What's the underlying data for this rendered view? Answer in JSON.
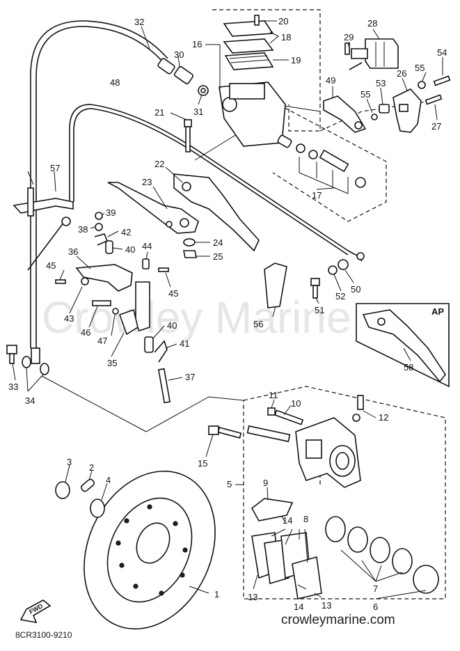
{
  "watermark": "Crowley Marine",
  "site": "crowleymarine.com",
  "diagram_code": "8CR3100-9210",
  "ap_label": "AP",
  "fwd_label": "FWD",
  "callouts": {
    "c1": "1",
    "c2": "2",
    "c3": "3",
    "c4": "4",
    "c5": "5",
    "c6": "6",
    "c7": "7",
    "c8": "8",
    "c9": "9",
    "c10": "10",
    "c11": "11",
    "c12": "12",
    "c13a": "13",
    "c13b": "13",
    "c14a": "14",
    "c14b": "14",
    "c15": "15",
    "c16": "16",
    "c17": "17",
    "c18": "18",
    "c19": "19",
    "c20": "20",
    "c21": "21",
    "c22": "22",
    "c23": "23",
    "c24": "24",
    "c25": "25",
    "c26": "26",
    "c27": "27",
    "c28": "28",
    "c29": "29",
    "c30": "30",
    "c31": "31",
    "c32": "32",
    "c33": "33",
    "c34": "34",
    "c35": "35",
    "c36": "36",
    "c37": "37",
    "c38": "38",
    "c39": "39",
    "c40a": "40",
    "c40b": "40",
    "c41": "41",
    "c42": "42",
    "c43": "43",
    "c44": "44",
    "c45a": "45",
    "c45b": "45",
    "c46": "46",
    "c47": "47",
    "c48": "48",
    "c49": "49",
    "c50": "50",
    "c51": "51",
    "c52": "52",
    "c53": "53",
    "c54": "54",
    "c55a": "55",
    "c55b": "55",
    "c56": "56",
    "c57": "57",
    "c58": "58"
  }
}
